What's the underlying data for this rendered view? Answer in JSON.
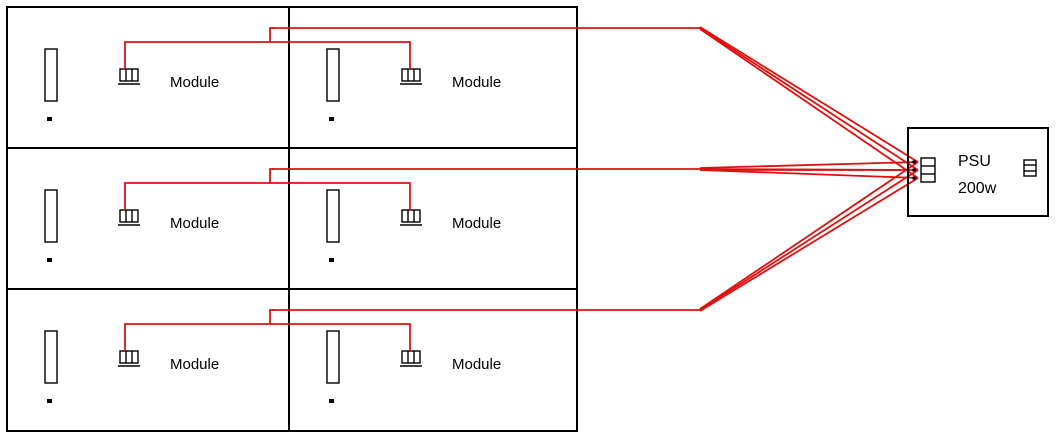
{
  "diagram": {
    "module_label": "Module",
    "psu": {
      "name": "PSU",
      "rating": "200w"
    },
    "grid": {
      "rows": 3,
      "cols": 2
    },
    "colors": {
      "wire": "#e01010",
      "line": "#000000",
      "background": "#ffffff"
    }
  }
}
